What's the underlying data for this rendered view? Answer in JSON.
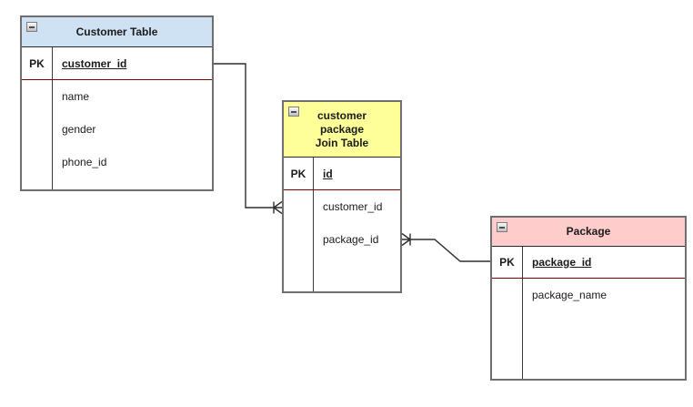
{
  "diagram": {
    "type": "entity-relationship",
    "background_color": "#ffffff",
    "line_color": "#2e2e2e",
    "pk_separator_color": "#800000"
  },
  "tables": [
    {
      "title": "Customer Table",
      "header_color": "#cfe2f3",
      "collapse_icon": "minus",
      "pk_label": "PK",
      "pk_field": "customer_id",
      "fields": [
        "name",
        "gender",
        "phone_id"
      ]
    },
    {
      "title": "customer\npackage\nJoin Table",
      "header_color": "#ffff99",
      "collapse_icon": "minus",
      "pk_label": "PK",
      "pk_field": "id",
      "fields": [
        "customer_id",
        "package_id"
      ]
    },
    {
      "title": "Package",
      "header_color": "#ffcccc",
      "collapse_icon": "minus",
      "pk_label": "PK",
      "pk_field": "package_id",
      "fields": [
        "package_name"
      ]
    }
  ],
  "relationships": [
    {
      "from": "Customer Table.customer_id",
      "to": "customer package Join Table.customer_id",
      "notation": "crow-foot-many-at-join-table"
    },
    {
      "from": "Package.package_id",
      "to": "customer package Join Table.package_id",
      "notation": "crow-foot-many-at-join-table"
    }
  ]
}
